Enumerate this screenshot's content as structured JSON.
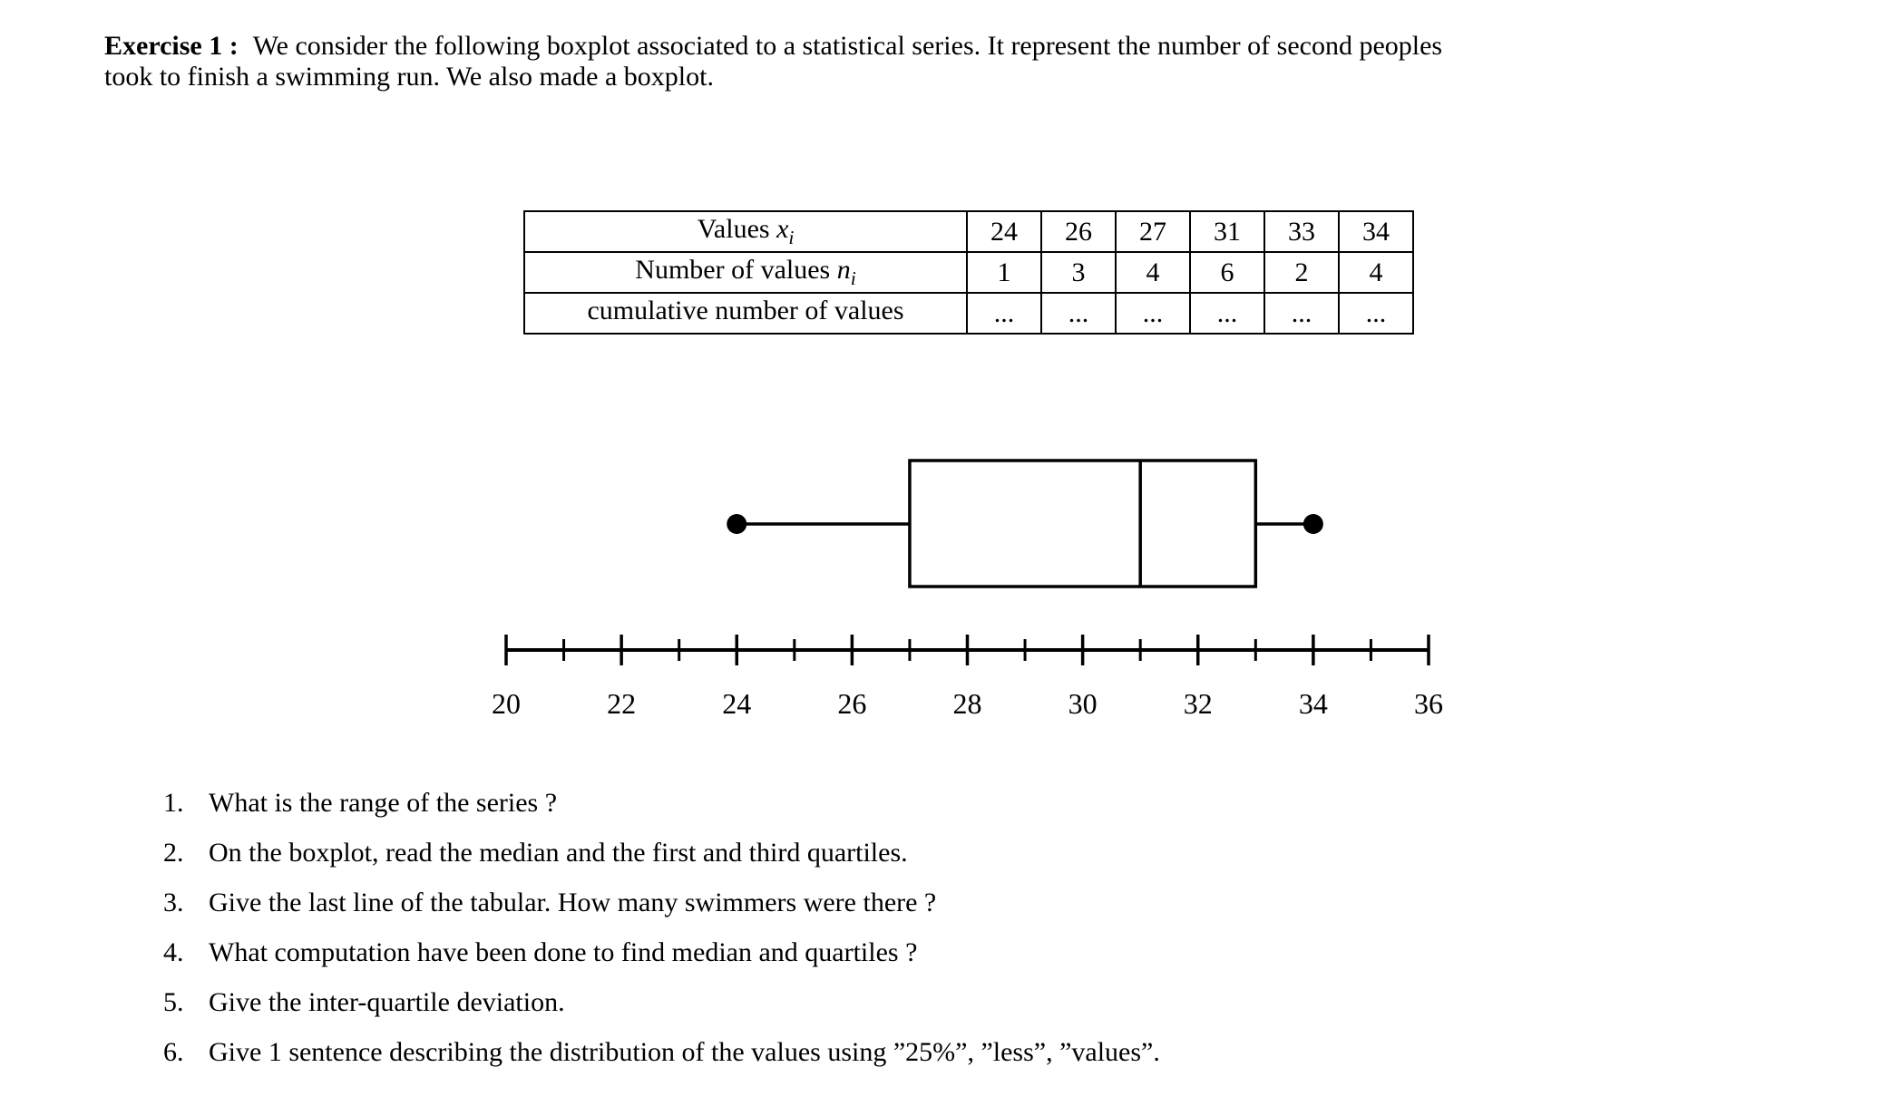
{
  "page": {
    "background": "#ffffff",
    "text_color": "#000000"
  },
  "intro": {
    "label": "Exercise 1 :",
    "line1": "We consider the following boxplot associated to a statistical series. It represent the number of second peoples",
    "line2": "took to finish a swimming run. We also made a boxplot."
  },
  "table": {
    "rows": [
      {
        "label": "Values ",
        "var": "x",
        "sub": "i",
        "cells": [
          "24",
          "26",
          "27",
          "31",
          "33",
          "34"
        ]
      },
      {
        "label": "Number of values ",
        "var": "n",
        "sub": "i",
        "cells": [
          "1",
          "3",
          "4",
          "6",
          "2",
          "4"
        ]
      },
      {
        "label": "cumulative number of values",
        "var": "",
        "sub": "",
        "cells": [
          "...",
          "...",
          "...",
          "...",
          "...",
          "..."
        ]
      }
    ]
  },
  "chart_data": {
    "type": "boxplot",
    "title": "",
    "xlabel": "",
    "min": 24,
    "q1": 27,
    "median": 31,
    "q3": 33,
    "max": 34,
    "axis": {
      "min": 20,
      "max": 36,
      "minor_step": 1,
      "major_step": 2,
      "tick_labels": [
        "20",
        "22",
        "24",
        "26",
        "28",
        "30",
        "32",
        "34",
        "36"
      ]
    },
    "line_color": "#000000",
    "box_fill": "#ffffff"
  },
  "questions": [
    {
      "num": "1.",
      "text": "What is the range of the series ?"
    },
    {
      "num": "2.",
      "text": "On the boxplot, read the median and the first and third quartiles."
    },
    {
      "num": "3.",
      "text": "Give the last line of the tabular. How many swimmers were there ?"
    },
    {
      "num": "4.",
      "text": "What computation have been done to find median and quartiles ?"
    },
    {
      "num": "5.",
      "text": "Give the inter-quartile deviation."
    },
    {
      "num": "6.",
      "text": "Give 1 sentence describing the distribution of the values using ”25%”, ”less”, ”values”."
    }
  ]
}
